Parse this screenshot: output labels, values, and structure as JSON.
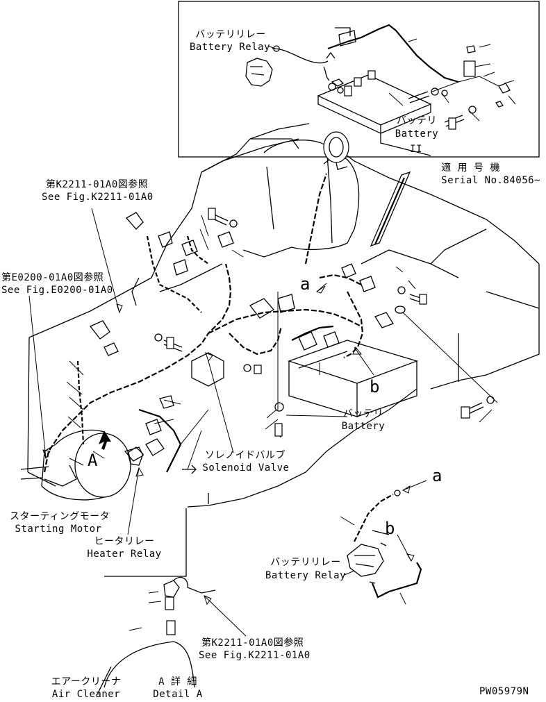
{
  "labels": {
    "inset_battery_relay_jp": "バッテリリレー",
    "inset_battery_relay_en": "Battery Relay",
    "inset_battery_jp": "バッテリ",
    "inset_battery_en": "Battery",
    "inset_ii": "II",
    "serial_jp": "適 用 号 機",
    "serial_en": "Serial No.84056~",
    "ref_k2211_top_jp": "第K2211-01A0図参照",
    "ref_k2211_top_en": "See Fig.K2211-01A0",
    "ref_e0200_jp": "第E0200-01A0図参照",
    "ref_e0200_en": "See Fig.E0200-01A0",
    "solenoid_jp": "ソレノイドバルブ",
    "solenoid_en": "Solenoid Valve",
    "battery_jp": "バッテリ",
    "battery_en": "Battery",
    "starting_motor_jp": "スターティングモータ",
    "starting_motor_en": "Starting Motor",
    "heater_relay_jp": "ヒータリレー",
    "heater_relay_en": "Heater Relay",
    "detail_battery_relay_jp": "バッテリリレー",
    "detail_battery_relay_en": "Battery Relay",
    "ref_k2211_bottom_jp": "第K2211-01A0図参照",
    "ref_k2211_bottom_en": "See Fig.K2211-01A0",
    "air_cleaner_jp": "エアークリーナ",
    "air_cleaner_en": "Air Cleaner",
    "detail_a_jp": "A 詳 細",
    "detail_a_en": "Detail A",
    "marker_a_main": "a",
    "marker_b_main": "b",
    "marker_a_detail": "a",
    "marker_b_detail": "b",
    "view_a": "A",
    "drawing_no": "PW05979N"
  }
}
